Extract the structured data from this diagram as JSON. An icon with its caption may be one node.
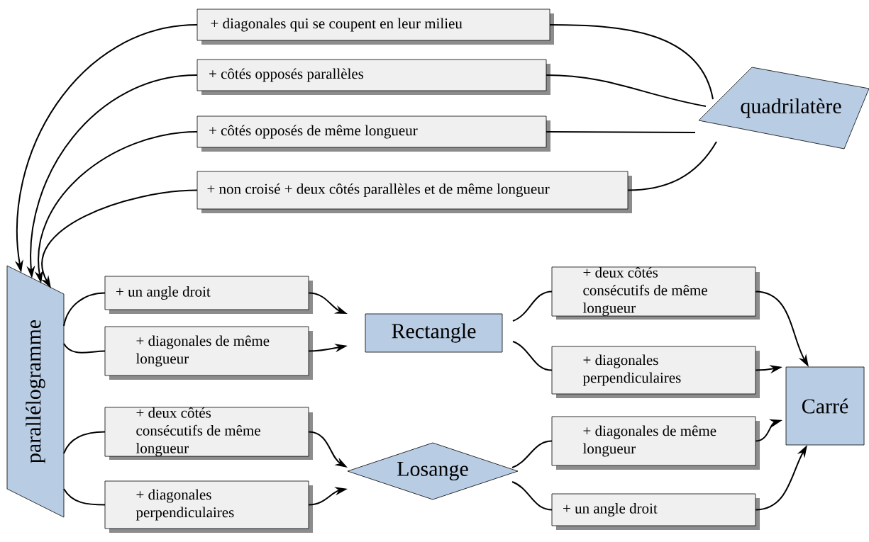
{
  "diagram": {
    "nodes": [
      {
        "text": [
          "quadrilatère"
        ]
      },
      {
        "text": [
          "+ diagonales qui se coupent en leur milieu"
        ]
      },
      {
        "text": [
          "+ côtés opposés parallèles"
        ]
      },
      {
        "text": [
          "+ côtés opposés de même longueur"
        ]
      },
      {
        "text": [
          "+ non croisé + deux côtés parallèles et de même longueur"
        ]
      },
      {
        "text": [
          "parallélogramme"
        ]
      },
      {
        "text": [
          "+ un angle droit"
        ]
      },
      {
        "text": [
          "+ diagonales de même longueur"
        ]
      },
      {
        "text": [
          "Rectangle"
        ]
      },
      {
        "text": [
          "+ deux côtés consécutifs de même longueur"
        ]
      },
      {
        "text": [
          "+ diagonales perpendiculaires"
        ]
      },
      {
        "text": [
          "Losange"
        ]
      },
      {
        "text": [
          "+ deux côtés consécutifs de même longueur"
        ]
      },
      {
        "text": [
          "+ diagonales perpendiculaires"
        ]
      },
      {
        "text": [
          "+ diagonales de même longueur"
        ]
      },
      {
        "text": [
          "+ un angle droit"
        ]
      },
      {
        "text": [
          "Carré"
        ]
      }
    ],
    "edges": [
      {
        "from": 0,
        "to": 1,
        "arrow": "none"
      },
      {
        "from": 1,
        "to": 5,
        "arrow": "to"
      },
      {
        "from": 0,
        "to": 2,
        "arrow": "none"
      },
      {
        "from": 2,
        "to": 5,
        "arrow": "to"
      },
      {
        "from": 0,
        "to": 3,
        "arrow": "none"
      },
      {
        "from": 3,
        "to": 5,
        "arrow": "to"
      },
      {
        "from": 0,
        "to": 4,
        "arrow": "none"
      },
      {
        "from": 4,
        "to": 5,
        "arrow": "to"
      },
      {
        "from": 5,
        "to": 6,
        "arrow": "none"
      },
      {
        "from": 6,
        "to": 8,
        "arrow": "to"
      },
      {
        "from": 5,
        "to": 7,
        "arrow": "none"
      },
      {
        "from": 7,
        "to": 8,
        "arrow": "to"
      },
      {
        "from": 5,
        "to": 9,
        "arrow": "none"
      },
      {
        "from": 9,
        "to": 11,
        "arrow": "to"
      },
      {
        "from": 5,
        "to": 10,
        "arrow": "none"
      },
      {
        "from": 10,
        "to": 11,
        "arrow": "to"
      },
      {
        "from": 8,
        "to": 12,
        "arrow": "none"
      },
      {
        "from": 12,
        "to": 16,
        "arrow": "to"
      },
      {
        "from": 8,
        "to": 13,
        "arrow": "none"
      },
      {
        "from": 13,
        "to": 16,
        "arrow": "to"
      },
      {
        "from": 11,
        "to": 14,
        "arrow": "none"
      },
      {
        "from": 14,
        "to": 16,
        "arrow": "to"
      },
      {
        "from": 11,
        "to": 15,
        "arrow": "none"
      },
      {
        "from": 15,
        "to": 16,
        "arrow": "to"
      }
    ]
  }
}
